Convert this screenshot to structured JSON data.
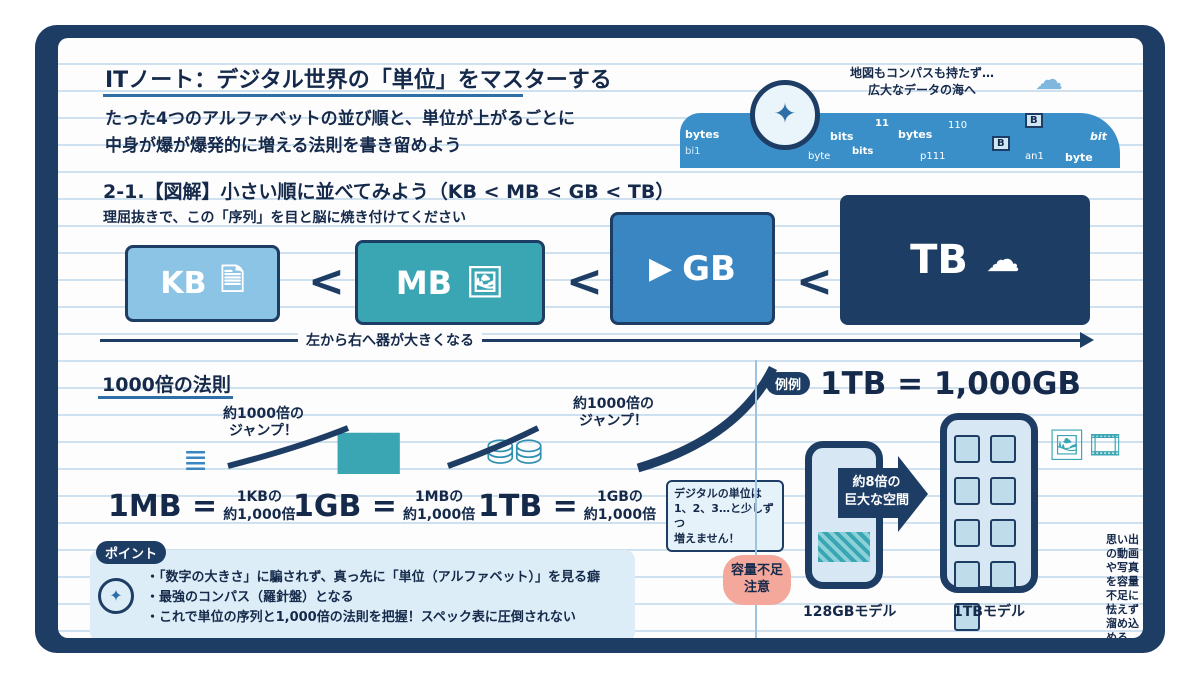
{
  "title": "ITノート：デジタル世界の「単位」をマスターする",
  "subtitle": [
    "たった4つのアルファベットの並び順と、単位が上がるごとに",
    "中身が爆が爆発的に増える法則を書き留めよう"
  ],
  "hero": {
    "caption": [
      "地図もコンパスも持たず…",
      "広大なデータの海へ"
    ],
    "sea_words": [
      "bytes",
      "bi1",
      "bits",
      "11",
      "bytes",
      "110",
      "bit",
      "byte",
      "bits",
      "p111",
      "an1",
      "byte",
      "B",
      "B"
    ]
  },
  "section": {
    "heading": "2-1.【図解】小さい順に並べてみよう（KB < MB < GB < TB）",
    "sub": "理屈抜きで、この「序列」を目と脳に焼き付けてください"
  },
  "units": [
    {
      "label": "KB",
      "color": "#8cc4e6"
    },
    {
      "label": "MB",
      "color": "#3aa6b4"
    },
    {
      "label": "GB",
      "color": "#3a86c2"
    },
    {
      "label": "TB",
      "color": "#1d3d64"
    }
  ],
  "lt": "<",
  "arrow_label": "左から右へ器が大きくなる",
  "law": {
    "heading": "1000倍の法則",
    "jump": [
      "約1000倍の",
      "ジャンプ！"
    ],
    "equations": [
      {
        "lhs": "1MB =",
        "top": "1KBの",
        "bottom": "約1,000倍"
      },
      {
        "lhs": "1GB =",
        "top": "1MBの",
        "bottom": "約1,000倍"
      },
      {
        "lhs": "1TB =",
        "top": "1GBの",
        "bottom": "約1,000倍"
      }
    ],
    "bubble": [
      "デジタルの単位は",
      "1、2、3…と少しずつ",
      "増えません！"
    ]
  },
  "point": {
    "tag": "ポイント",
    "items": [
      "・「数字の大きさ」に騙されず、真っ先に「単位（アルファベット）」を見る癖",
      "・最強のコンパス（羅針盤）となる",
      "・これで単位の序列と1,000倍の法則を把握！スペック表に圧倒されない"
    ]
  },
  "example": {
    "tag": "例例",
    "headline": "1TB = 1,000GB",
    "warning": [
      "容量不足",
      "注意"
    ],
    "arrow": [
      "約8倍の",
      "巨大な空間"
    ],
    "phone_small": "128GBモデル",
    "phone_large": "1TBモデル",
    "note": [
      "思い出の動画",
      "や写真を容量",
      "不足に怯えず",
      "溜め込める"
    ]
  }
}
